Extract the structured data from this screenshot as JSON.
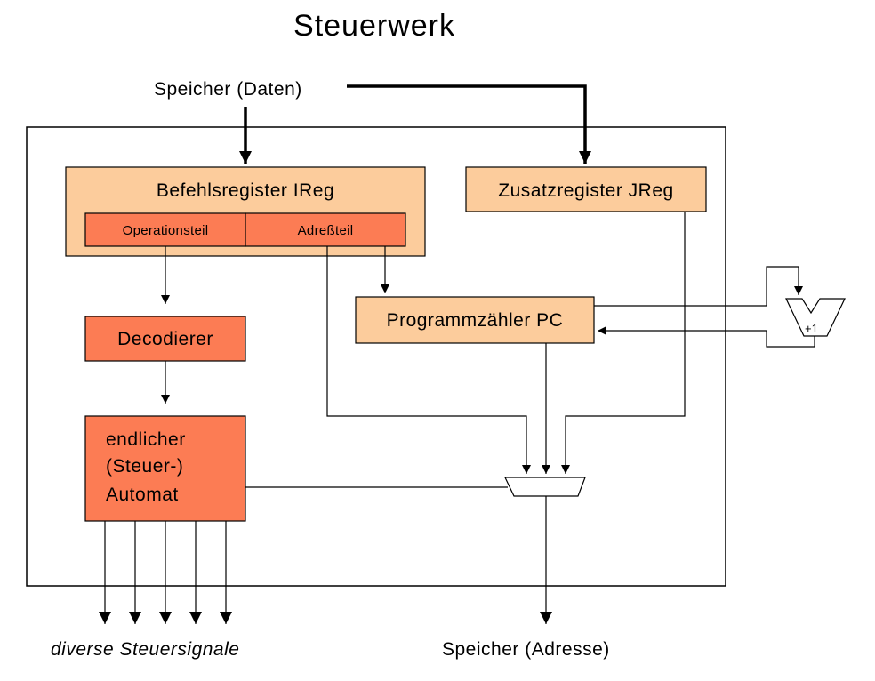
{
  "title": "Steuerwerk",
  "inputs": {
    "memory_data": "Speicher (Daten)"
  },
  "outputs": {
    "memory_address": "Speicher (Adresse)",
    "control_signals": "diverse Steuersignale"
  },
  "blocks": {
    "instruction_register": {
      "label": "Befehlsregister IReg",
      "opcode_field": "Operationsteil",
      "address_field": "Adreßteil"
    },
    "extra_register": "Zusatzregister JReg",
    "program_counter": "Programmzähler PC",
    "decoder": "Decodierer",
    "automaton": [
      "endlicher",
      "(Steuer-)",
      "Automat"
    ],
    "incrementer": "+1"
  },
  "colors": {
    "light_fill": "#fccc9c",
    "dark_fill": "#fc7c54",
    "line": "#000000"
  }
}
